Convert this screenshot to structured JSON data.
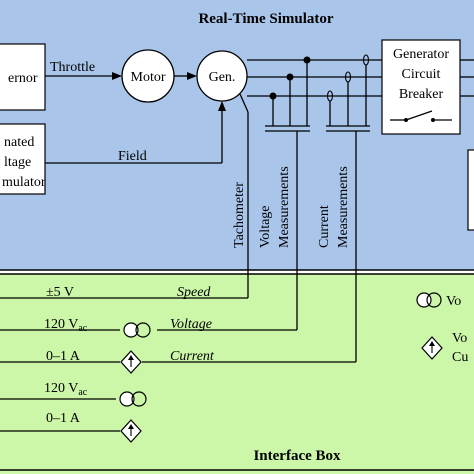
{
  "top_region": {
    "title": "Real-Time Simulator",
    "color": "#a9c5ea"
  },
  "bottom_region": {
    "title": "Interface Box",
    "color": "#ccf6a8"
  },
  "blocks": {
    "governor": "ernor",
    "excitation_line1": "nated",
    "excitation_line2": "ltage",
    "excitation_line3": "mulator",
    "motor": "Motor",
    "generator": "Gen.",
    "breaker_line1": "Generator",
    "breaker_line2": "Circuit",
    "breaker_line3": "Breaker"
  },
  "signals": {
    "throttle": "Throttle",
    "field": "Field",
    "tachometer": "Tachometer",
    "voltage_measurements_line1": "Voltage",
    "voltage_measurements_line2": "Measurements",
    "current_measurements_line1": "Current",
    "current_measurements_line2": "Measurements"
  },
  "interface_rows": [
    {
      "range": "±5 V",
      "signal": "Speed"
    },
    {
      "range": "120 V",
      "range_sub": "ac",
      "signal": "Voltage"
    },
    {
      "range": "0–1 A",
      "signal": "Current"
    },
    {
      "range": "120 V",
      "range_sub": "ac",
      "signal": ""
    },
    {
      "range": "0–1 A",
      "signal": ""
    }
  ],
  "legend": {
    "voltage_source_label": "Vo",
    "current_source_line1": "Vo",
    "current_source_line2": "Cu"
  }
}
